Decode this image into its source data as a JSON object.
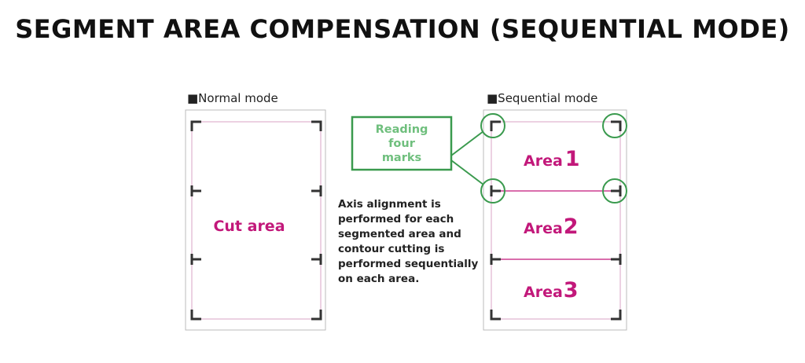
{
  "page": {
    "title": "SEGMENT AREA COMPENSATION (SEQUENTIAL MODE)"
  },
  "normal": {
    "heading": "■Normal mode",
    "area_label": "Cut area"
  },
  "sequential": {
    "heading": "■Sequential mode",
    "areas": [
      {
        "word": "Area",
        "num": "1"
      },
      {
        "word": "Area",
        "num": "2"
      },
      {
        "word": "Area",
        "num": "3"
      }
    ]
  },
  "callout": {
    "lines": [
      "Reading",
      "four",
      "marks"
    ]
  },
  "description": {
    "lines": [
      "Axis alignment is",
      "performed for each",
      "segmented area and",
      "contour cutting is",
      "performed sequentially",
      "on each area."
    ]
  },
  "colors": {
    "magenta": "#c2187a",
    "green": "#3a9a4e",
    "green_text": "#6fbf7d",
    "mark": "#333333",
    "sheet_border": "#bbbbbb",
    "text": "#222222"
  }
}
